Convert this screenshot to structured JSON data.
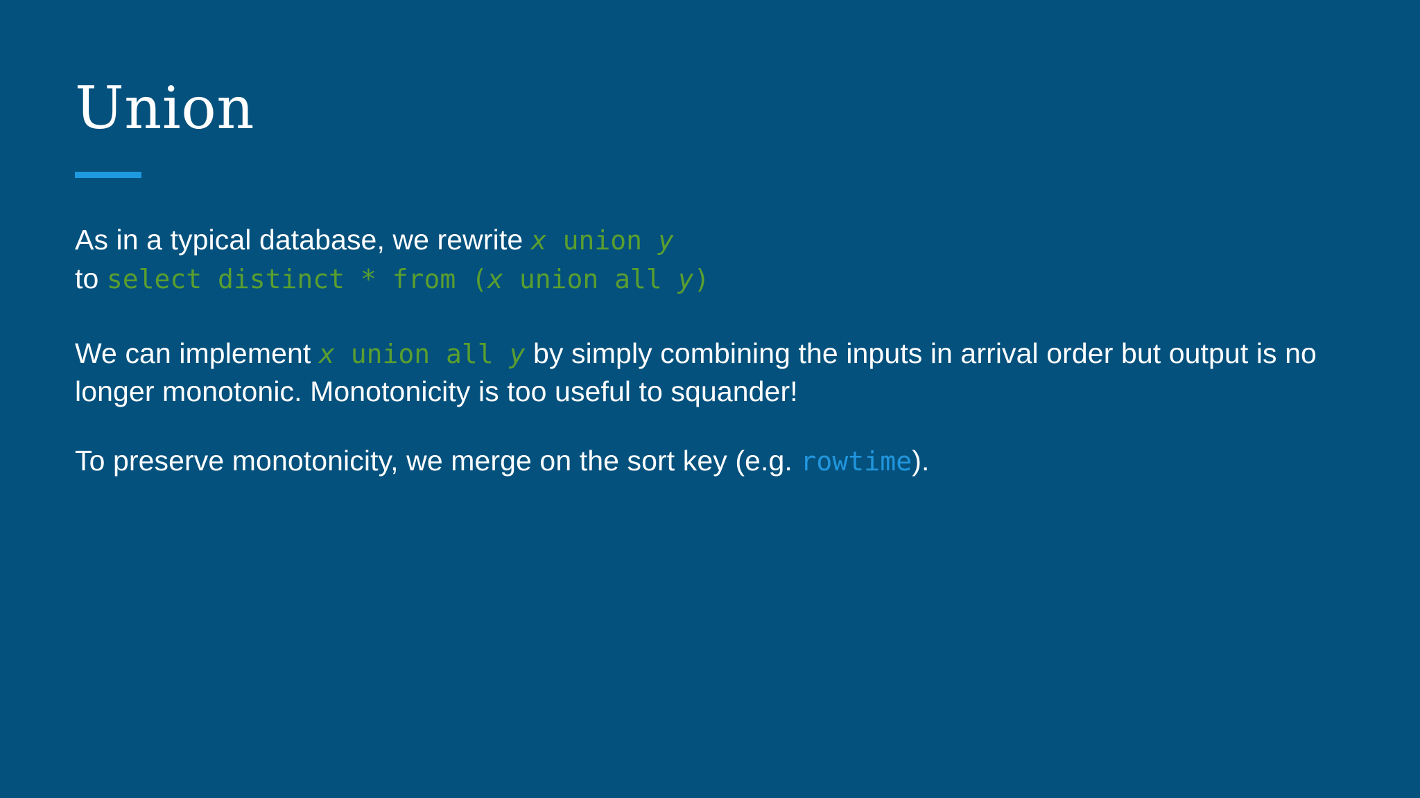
{
  "slide": {
    "background_color": "#04517d",
    "title": "Union",
    "title_color": "#ffffff",
    "accent_rule_color": "#1e9ae0"
  },
  "colors": {
    "background": "#04517d",
    "body_text": "#ffffff",
    "code_green": "#5a9e2f",
    "code_blue": "#2196dd",
    "accent": "#1e9ae0"
  },
  "body": {
    "paragraph_1": {
      "line_1": {
        "lead_text": "As in a typical database, we rewrite ",
        "code_x": "x",
        "code_union": " union ",
        "code_y": "y"
      },
      "line_2": {
        "lead_text": "to ",
        "code_select": "select distinct * from (",
        "code_x": "x",
        "code_union_all": " union all ",
        "code_y": "y",
        "code_close": ")"
      }
    },
    "paragraph_2": {
      "lead_text": "We can implement ",
      "code_x": "x",
      "code_union_all": " union all ",
      "code_y": "y",
      "tail_text": " by simply combining the inputs in arrival order but output is no longer monotonic. Monotonicity is too useful to squander!"
    },
    "paragraph_3": {
      "lead_text": "To preserve monotonicity, we merge on the sort key (e.g. ",
      "code_rowtime": "rowtime",
      "tail_text": ")."
    }
  }
}
